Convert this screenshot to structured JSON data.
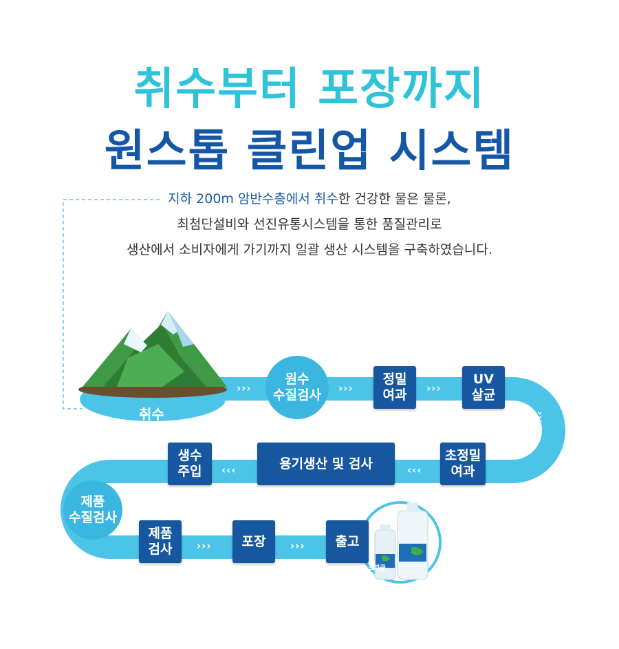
{
  "title": {
    "line1": "취수부터 포장까지",
    "line2": "원스톱 클린업 시스템"
  },
  "description": {
    "line1_highlight": "지하 200m 암반수층에서 취수",
    "line1_rest": "한 건강한 물은 물론,",
    "line2": "최첨단설비와 선진유통시스템을 통한 품질관리로",
    "line3": "생산에서 소비자에게 가기까지 일괄 생산 시스템을 구축하였습니다."
  },
  "steps": {
    "intake": "취수",
    "raw_water_test_1": "원수",
    "raw_water_test_2": "수질검사",
    "precision_filter_1": "정밀",
    "precision_filter_2": "여과",
    "uv_1": "UV",
    "uv_2": "살균",
    "ultra_filter_1": "초정밀",
    "ultra_filter_2": "여과",
    "container_production": "용기생산 및 검사",
    "water_filling_1": "생수",
    "water_filling_2": "주입",
    "product_water_test_1": "제품",
    "product_water_test_2": "수질검사",
    "product_inspection_1": "제품",
    "product_inspection_2": "검사",
    "packaging": "포장",
    "shipping": "출고"
  },
  "arrows": {
    "right": "›››",
    "left": "‹‹‹",
    "down": "›"
  },
  "product": {
    "brand_label": "스파클"
  },
  "colors": {
    "title_light": "#2ec3d9",
    "title_dark": "#1357a6",
    "box": "#17579f",
    "pipe": "#4cc4e8",
    "circle": "#3ab6e1"
  }
}
